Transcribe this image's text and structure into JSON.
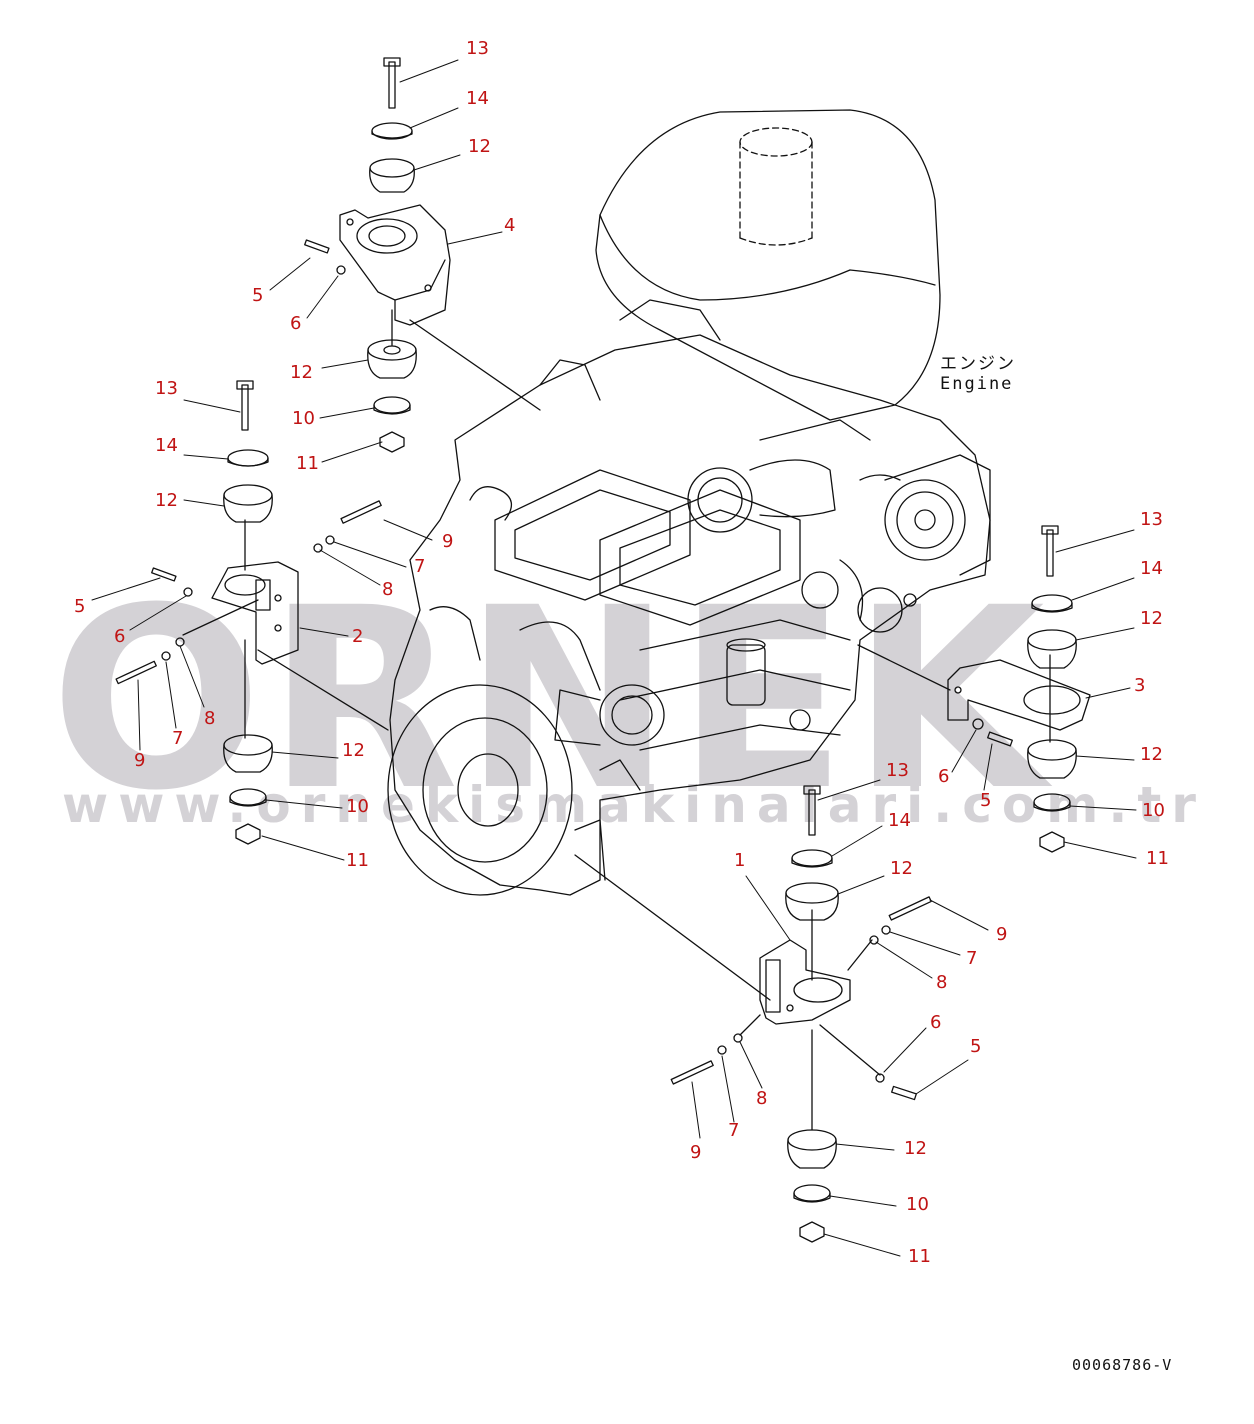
{
  "watermark": {
    "brand": "ORNEK",
    "url": "www.ornekismakinalari.com.tr"
  },
  "engine_label": {
    "japanese": "エンジン",
    "english": "Engine"
  },
  "drawing_number": "00068786-V",
  "callouts": {
    "front_right_top": [
      "13",
      "14",
      "12",
      "4",
      "5",
      "6",
      "12",
      "10",
      "11"
    ],
    "front_left": [
      "13",
      "14",
      "12",
      "9",
      "7",
      "8",
      "5",
      "6",
      "2",
      "9",
      "7",
      "8",
      "12",
      "10",
      "11"
    ],
    "rear_right": [
      "13",
      "14",
      "12",
      "3",
      "6",
      "5",
      "12",
      "10",
      "11"
    ],
    "rear_left": [
      "13",
      "14",
      "12",
      "1",
      "9",
      "7",
      "8",
      "6",
      "5",
      "9",
      "7",
      "8",
      "12",
      "10",
      "11"
    ]
  },
  "colors": {
    "callout": "#c01414",
    "line": "#111111",
    "watermark": "#d4d2d6"
  }
}
